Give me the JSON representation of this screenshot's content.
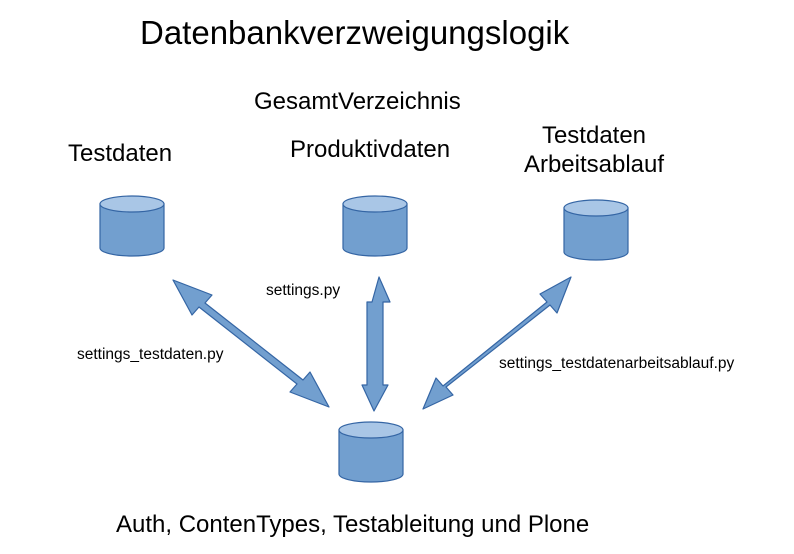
{
  "title": "Datenbankverzweigungslogik",
  "root_label": "GesamtVerzeichnis",
  "databases": {
    "testdaten": "Testdaten",
    "produktivdaten": "Produktivdaten",
    "arbeitsablauf_line1": "Testdaten",
    "arbeitsablauf_line2": "Arbeitsablauf",
    "bottom": "Auth, ContenTypes, Testableitung und Plone"
  },
  "connections": {
    "testdaten": "settings_testdaten.py",
    "produktivdaten": "settings.py",
    "arbeitsablauf": "settings_testdatenarbeitsablauf.py"
  },
  "colors": {
    "cylinder_fill": "#729fcf",
    "cylinder_top": "#a9c6e6",
    "cylinder_stroke": "#3465a4",
    "text": "#000000"
  }
}
